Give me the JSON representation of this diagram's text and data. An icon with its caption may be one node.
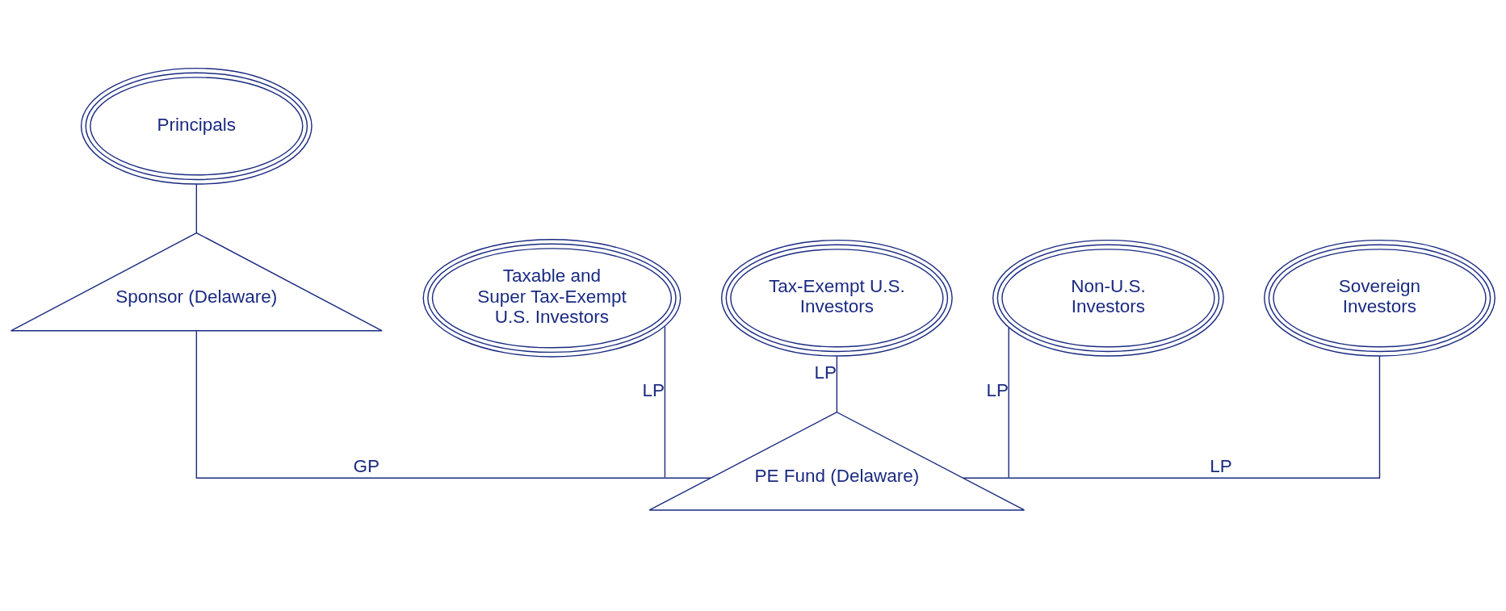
{
  "diagram": {
    "nodes": [
      {
        "text": [
          "Principals"
        ]
      },
      {
        "text": [
          "Sponsor (Delaware)"
        ]
      },
      {
        "text": [
          "Taxable and Super Tax-Exempt U.S. Investors"
        ]
      },
      {
        "text": [
          "Tax-Exempt U.S. Investors"
        ]
      },
      {
        "text": [
          "Non-U.S. Investors"
        ]
      },
      {
        "text": [
          "Sovereign Investors"
        ]
      },
      {
        "text": [
          "PE Fund (Delaware)"
        ]
      }
    ],
    "edges": [
      {
        "from": 0,
        "to": 1,
        "arrow": "none"
      },
      {
        "from": 1,
        "to": 6,
        "arrow": "none",
        "label": "GP"
      },
      {
        "from": 2,
        "to": 6,
        "arrow": "none",
        "label": "LP"
      },
      {
        "from": 3,
        "to": 6,
        "arrow": "none",
        "label": "LP"
      },
      {
        "from": 4,
        "to": 6,
        "arrow": "none",
        "label": "LP"
      },
      {
        "from": 5,
        "to": 6,
        "arrow": "none",
        "label": "LP"
      }
    ]
  }
}
